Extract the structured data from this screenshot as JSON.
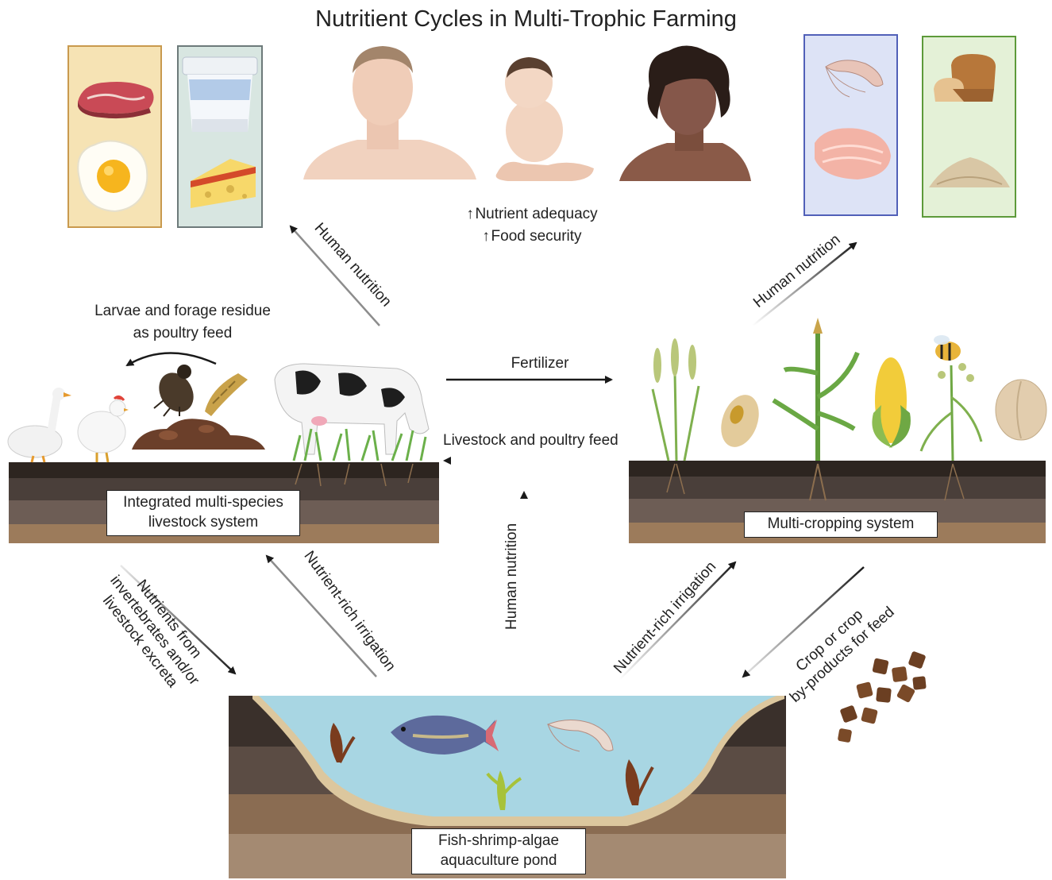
{
  "title": "Nutritient Cycles in Multi-Trophic Farming",
  "human_benefits": {
    "line1": "Nutrient adequacy",
    "line2": "Food security",
    "arrow_symbol": "↑"
  },
  "flows": {
    "livestock_to_humans": "Human nutrition",
    "crops_to_humans": "Human nutrition",
    "pond_to_humans": "Human nutrition",
    "larvae_feed": [
      "Larvae and forage residue",
      "as poultry feed"
    ],
    "fertilizer": "Fertilizer",
    "livestock_poultry_feed": "Livestock and poultry feed",
    "livestock_to_pond": [
      "Nutrients from",
      "invertebrates and/or",
      "livestock excreta"
    ],
    "pond_to_livestock": "Nutrient-rich irrigation",
    "pond_to_crops": "Nutrient-rich irrigation",
    "crops_to_pond": [
      "Crop or crop",
      "by-products for feed"
    ]
  },
  "systems": {
    "livestock": [
      "Integrated multi-species",
      "livestock system"
    ],
    "cropping": "Multi-cropping system",
    "pond": [
      "Fish-shrimp-algae",
      "aquaculture pond"
    ]
  },
  "icons": {
    "animal_foods": [
      "steak-icon",
      "egg-icon"
    ],
    "dairy_foods": [
      "yogurt-icon",
      "cheese-icon"
    ],
    "aquatic_foods": [
      "shrimp-icon",
      "fish-fillet-icon"
    ],
    "grain_foods": [
      "bread-icon",
      "oats-icon"
    ],
    "people": [
      "man-icon",
      "baby-icon",
      "woman-icon"
    ],
    "livestock": [
      "goose-icon",
      "chicken-icon",
      "beetle-icon",
      "larva-icon",
      "manure-icon",
      "cow-icon",
      "grass-icon"
    ],
    "crops": [
      "wheat-icon",
      "grain-seed-icon",
      "maize-plant-icon",
      "corn-cob-icon",
      "bee-icon",
      "oat-plant-icon",
      "bean-seed-icon"
    ],
    "pond": [
      "seaweed-icon",
      "tilapia-icon",
      "shrimp-icon",
      "algae-icon"
    ],
    "feed": "feed-pellets-icon"
  },
  "colors": {
    "panel_meat": "#f6e3b4",
    "panel_meat_border": "#c99a4e",
    "panel_dairy": "#d8e6e1",
    "panel_dairy_border": "#6d7a7a",
    "panel_aquatic": "#dde3f6",
    "panel_aquatic_border": "#5160b8",
    "panel_grain": "#e4f1d7",
    "panel_grain_border": "#5d9a3a",
    "soil_dark": "#2d2520",
    "soil_mid": "#4a3f3a",
    "soil_light": "#9c7b5b",
    "water": "#a8d6e3",
    "pond_sand": "#dcc79e",
    "arrow": "#1a1a1a"
  }
}
